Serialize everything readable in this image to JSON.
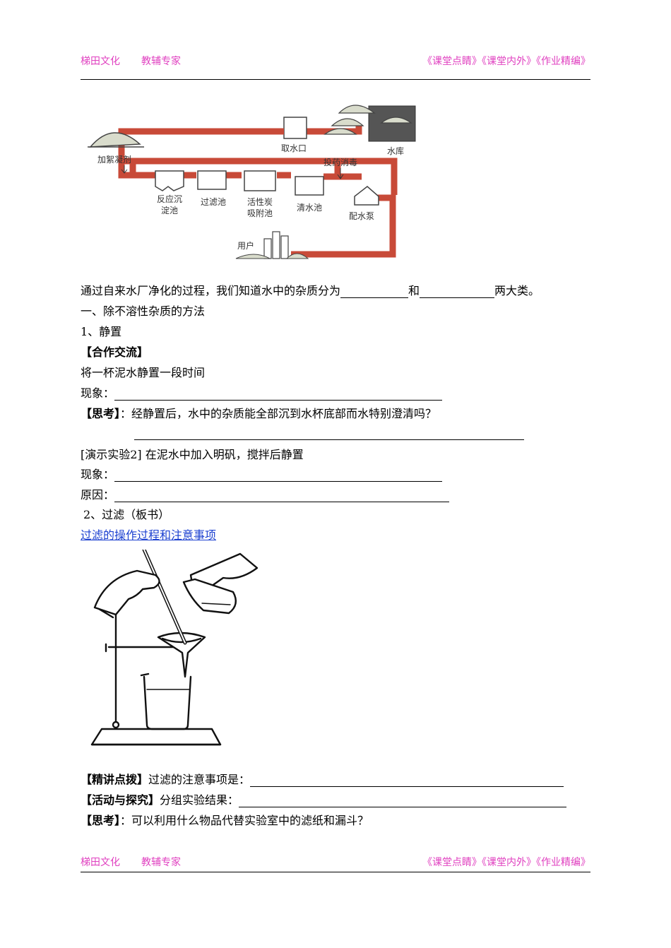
{
  "header": {
    "brand": "梯田文化",
    "slogan": "教辅专家",
    "series": "《课堂点睛》《课堂内外》《作业精编》"
  },
  "footer": {
    "brand": "梯田文化",
    "slogan": "教辅专家",
    "series": "《课堂点睛》《课堂内外》《作业精编》"
  },
  "diagram": {
    "labels": {
      "coagulant": "加絮凝剂",
      "intake": "取水口",
      "reservoir": "水库",
      "disinfect": "投药消毒",
      "sed1": "反应沉",
      "sed2": "淀池",
      "filter": "过滤池",
      "carbon1": "活性炭",
      "carbon2": "吸附池",
      "clear": "清水池",
      "pump": "配水泵",
      "user": "用户"
    }
  },
  "text": {
    "intro_a": "通过自来水厂净化的过程，我们知道水中的杂质分为",
    "intro_b": "和",
    "intro_c": "两大类。",
    "sec1": "一、除不溶性杂质的方法",
    "sub1": "1、静置",
    "coop": "【合作交流】",
    "coop_body": "将一杯泥水静置一段时间",
    "phenom": "现象：",
    "think": "【思考】",
    "think_q": "：经静置后，水中的杂质能全部沉到水杯底部而水特别澄清吗？",
    "demo": "[演示实验2] 在泥水中加入明矾，搅拌后静置",
    "phenom2": "现象：",
    "reason": "原因：",
    "sub2": "2、过滤（板书）",
    "link": "过滤的操作过程和注意事项",
    "jj_tag": "【精讲点拨】",
    "jj_body": "过滤的注意事项是：",
    "act_tag": "【活动与探究】",
    "act_body": "分组实验结果：",
    "think2_tag": "【思考】",
    "think2_body": "：可以利用什么物品代替实验室中的滤纸和漏斗？"
  },
  "colors": {
    "pipe": "#c84a38",
    "header": "#e040c0",
    "link": "#1a3fd0"
  }
}
